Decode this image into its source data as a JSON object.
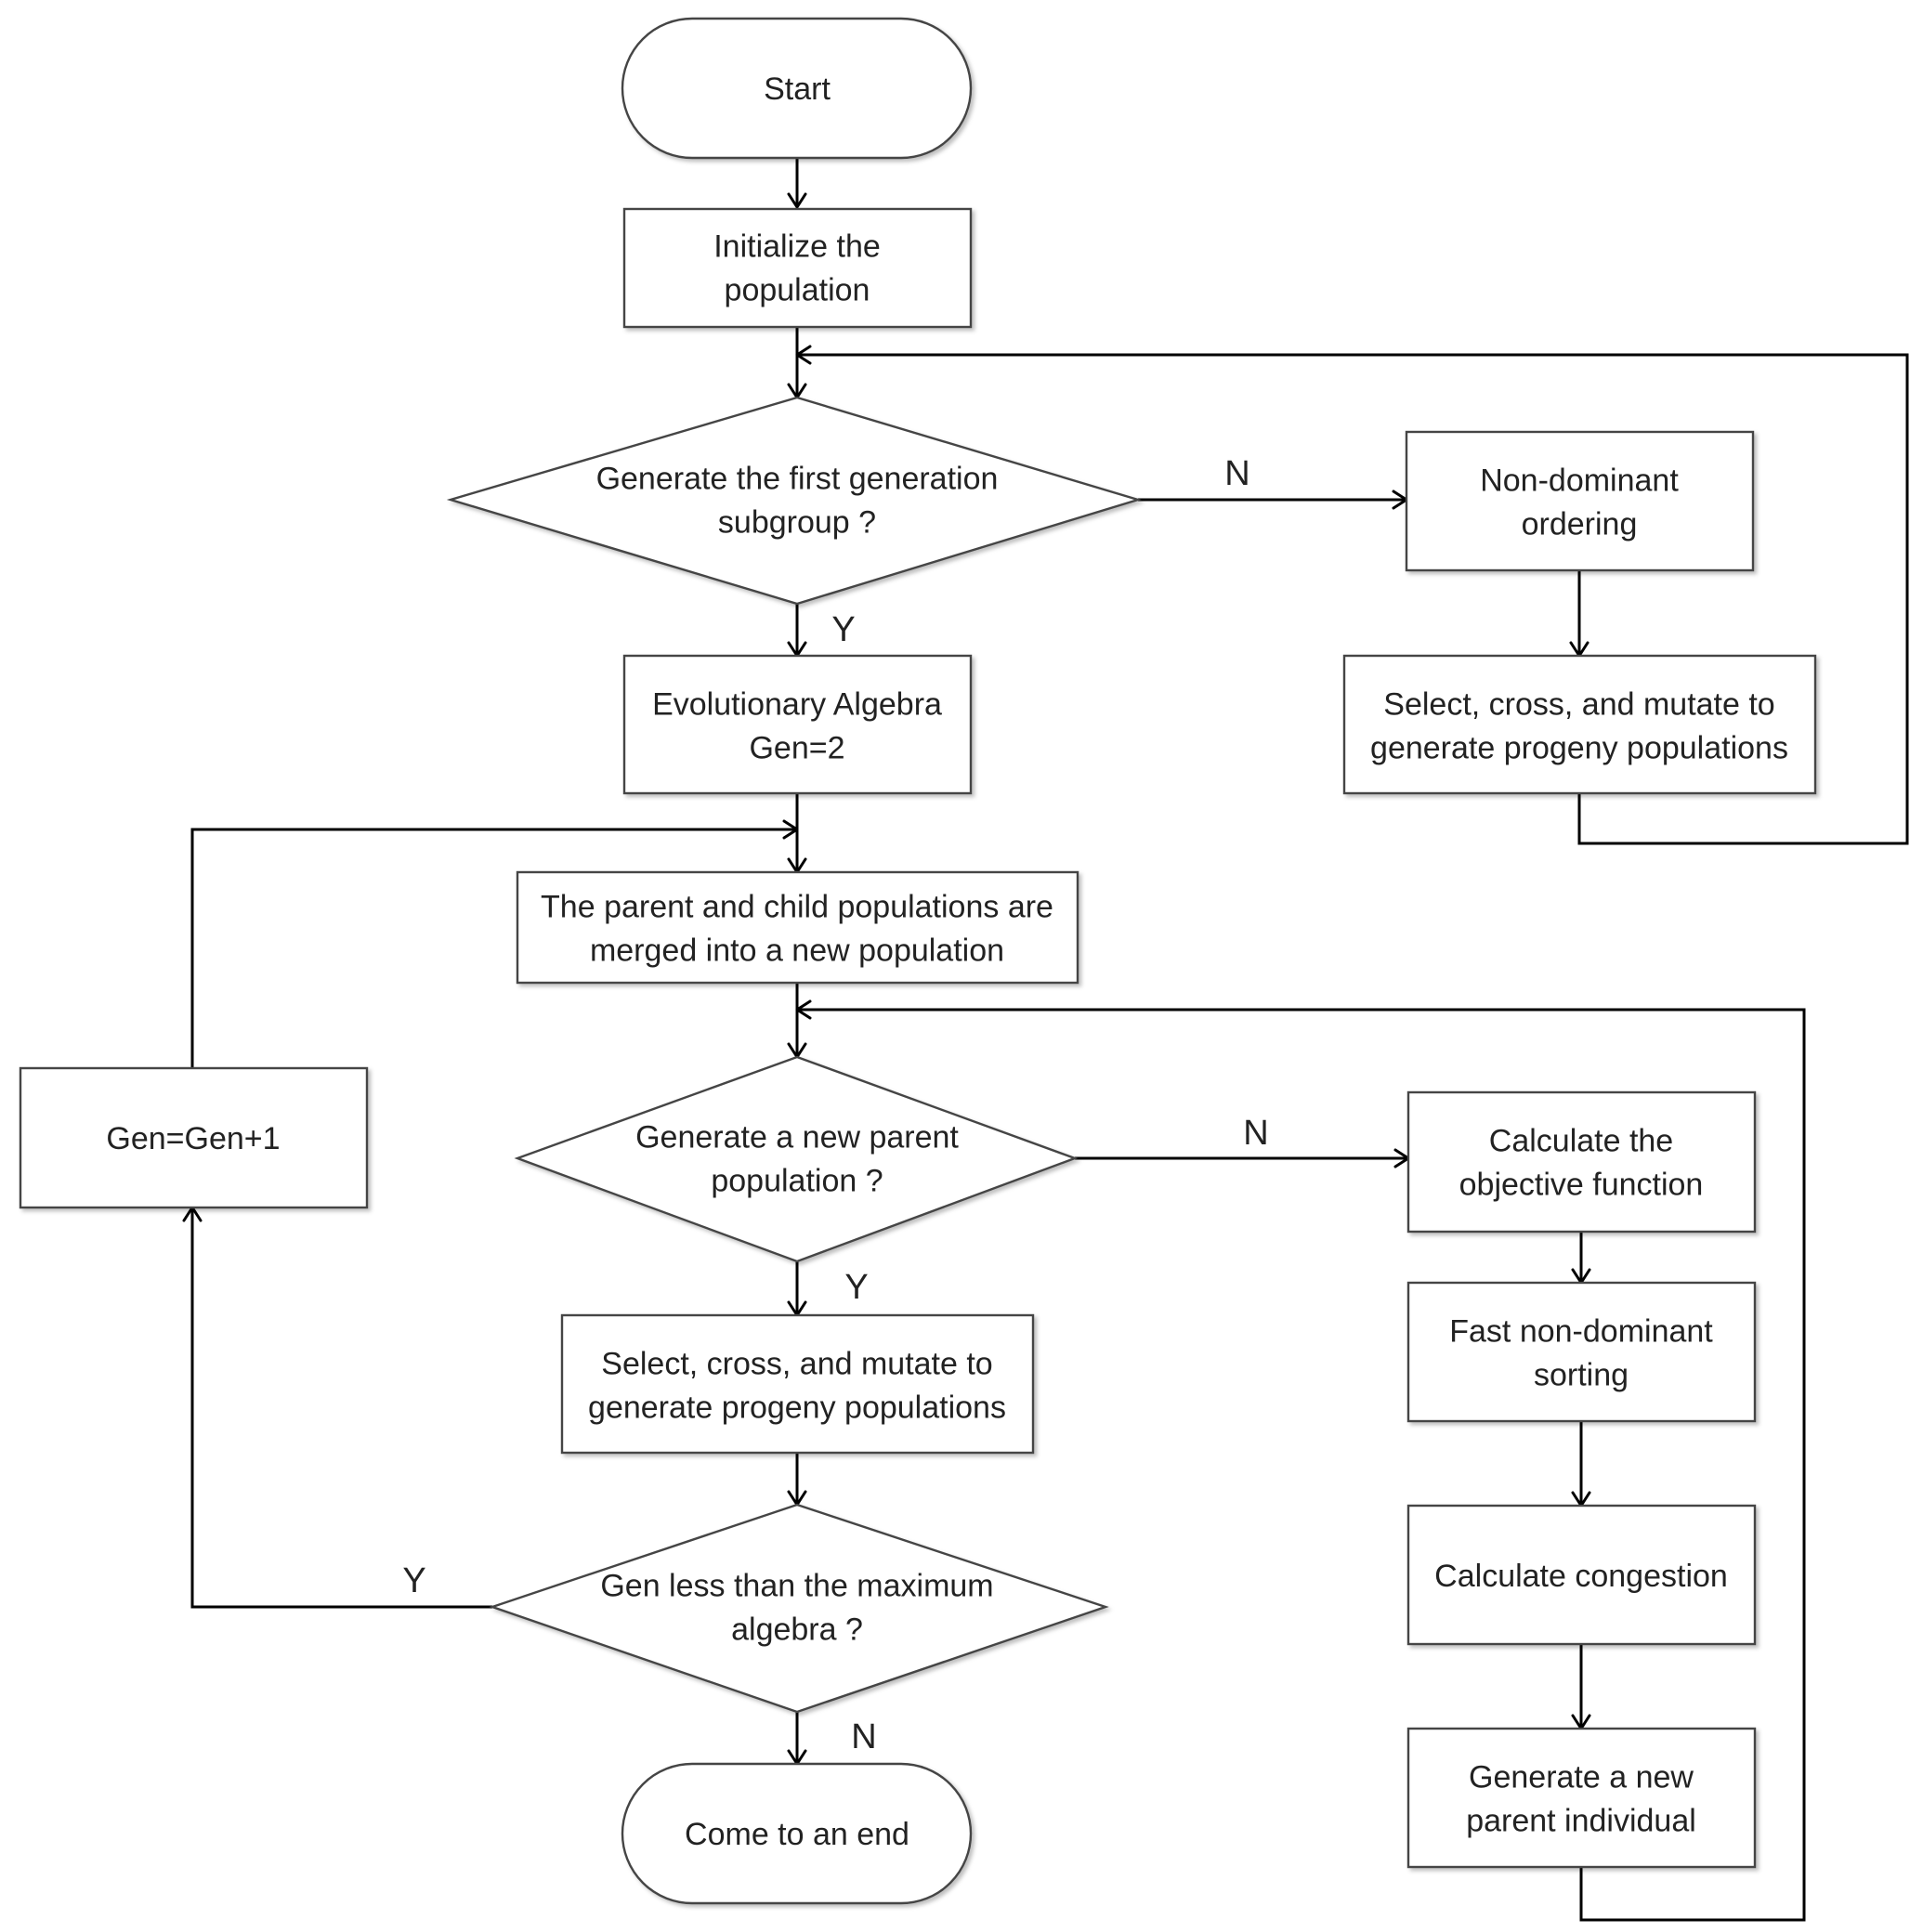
{
  "nodes": {
    "start": [
      "Start"
    ],
    "init": [
      "Initialize the",
      "population"
    ],
    "decision_first": [
      "Generate the first generation",
      "subgroup ?"
    ],
    "nondominant": [
      "Non-dominant",
      "ordering"
    ],
    "select_top": [
      "Select, cross, and mutate to",
      "generate progeny populations"
    ],
    "evo_algebra": [
      "Evolutionary Algebra",
      "Gen=2"
    ],
    "merge": [
      "The parent and child populations are",
      "merged into a new population"
    ],
    "gen_increment": [
      "Gen=Gen+1"
    ],
    "decision_parent": [
      "Generate a new parent",
      "population ?"
    ],
    "objective": [
      "Calculate the",
      "objective function"
    ],
    "fast_sort": [
      "Fast non-dominant",
      "sorting"
    ],
    "select_mid": [
      "Select, cross, and mutate to",
      "generate progeny populations"
    ],
    "congestion": [
      "Calculate congestion"
    ],
    "decision_max": [
      "Gen less than the maximum",
      "algebra ?"
    ],
    "new_individual": [
      "Generate a new",
      "parent individual"
    ],
    "end": [
      "Come to an end"
    ]
  },
  "edge_labels": {
    "first_no": "N",
    "first_yes": "Y",
    "parent_no": "N",
    "parent_yes": "Y",
    "max_yes": "Y",
    "max_no": "N"
  }
}
